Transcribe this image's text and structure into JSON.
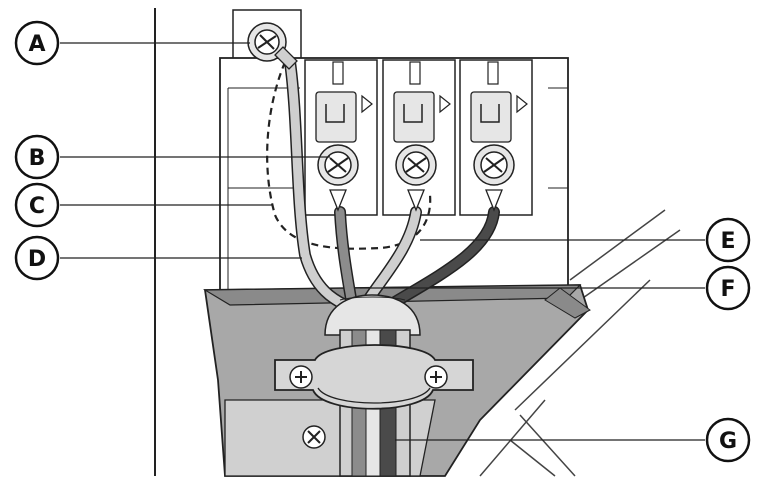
{
  "callouts": {
    "a": "A",
    "b": "B",
    "c": "C",
    "d": "D",
    "e": "E",
    "f": "F",
    "g": "G"
  },
  "colors": {
    "line": "#222222",
    "panel": "#ffffff",
    "bracket": "#a8a8a8",
    "bracket_dark": "#8a8a8a",
    "wire_light": "#cfcfcf",
    "wire_mid": "#8c8c8c",
    "wire_dark": "#4a4a4a",
    "terminal": "#e6e6e6"
  }
}
